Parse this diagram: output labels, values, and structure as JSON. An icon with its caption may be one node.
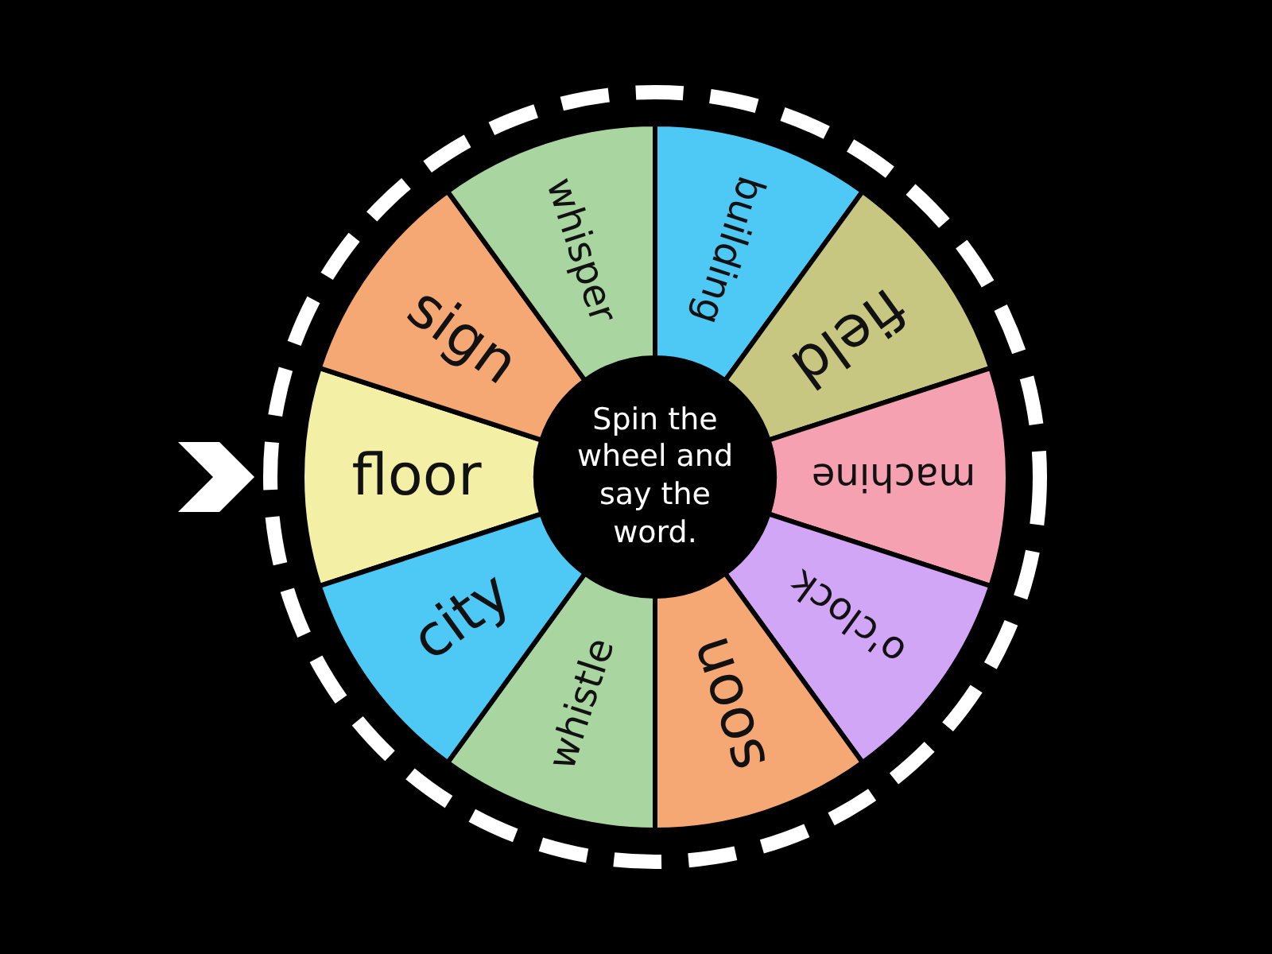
{
  "diagram": {
    "nodes": [
      {
        "text": [
          "Spin the wheel and say the word."
        ]
      },
      {
        "text": [
          "floor"
        ]
      },
      {
        "text": [
          "sign"
        ]
      },
      {
        "text": [
          "whisper"
        ]
      },
      {
        "text": [
          "building"
        ]
      },
      {
        "text": [
          "field"
        ]
      },
      {
        "text": [
          "machine"
        ]
      },
      {
        "text": [
          "o'clock"
        ]
      },
      {
        "text": [
          "soon"
        ]
      },
      {
        "text": [
          "whistle"
        ]
      },
      {
        "text": [
          "city"
        ]
      }
    ]
  }
}
